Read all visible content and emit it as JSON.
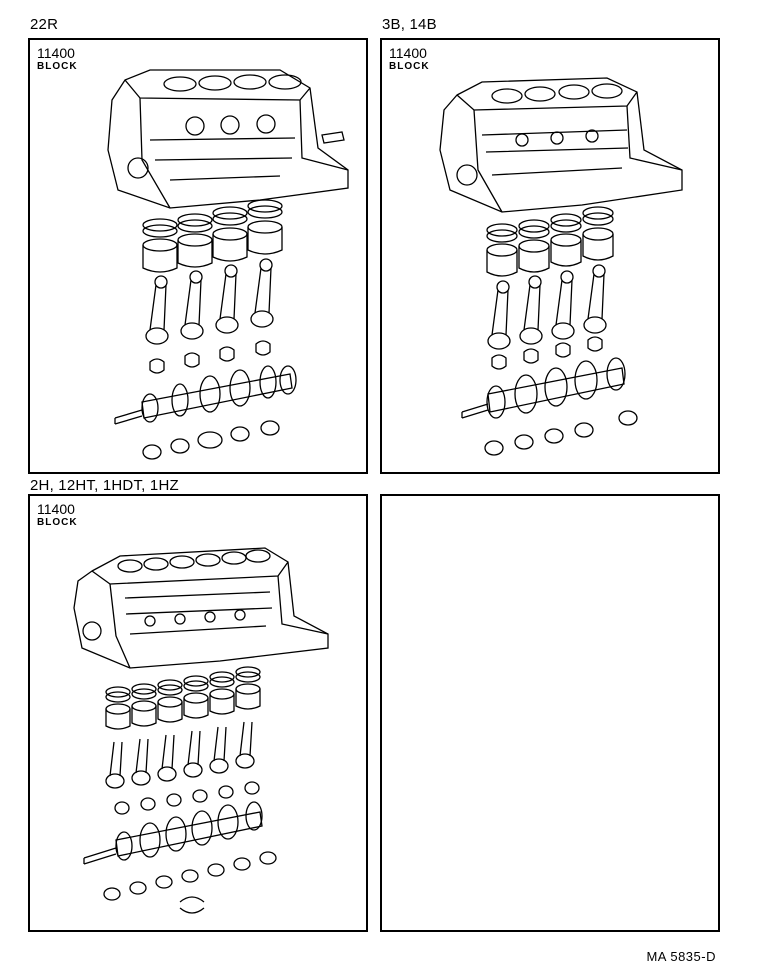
{
  "panels": [
    {
      "heading": "22R",
      "part_number": "11400",
      "label": "BLOCK"
    },
    {
      "heading": "3B, 14B",
      "part_number": "11400",
      "label": "BLOCK"
    },
    {
      "heading": "2H, 12HT, 1HDT, 1HZ",
      "part_number": "11400",
      "label": "BLOCK"
    },
    {
      "heading": "",
      "part_number": "",
      "label": ""
    }
  ],
  "footer_code": "MA 5835-D"
}
